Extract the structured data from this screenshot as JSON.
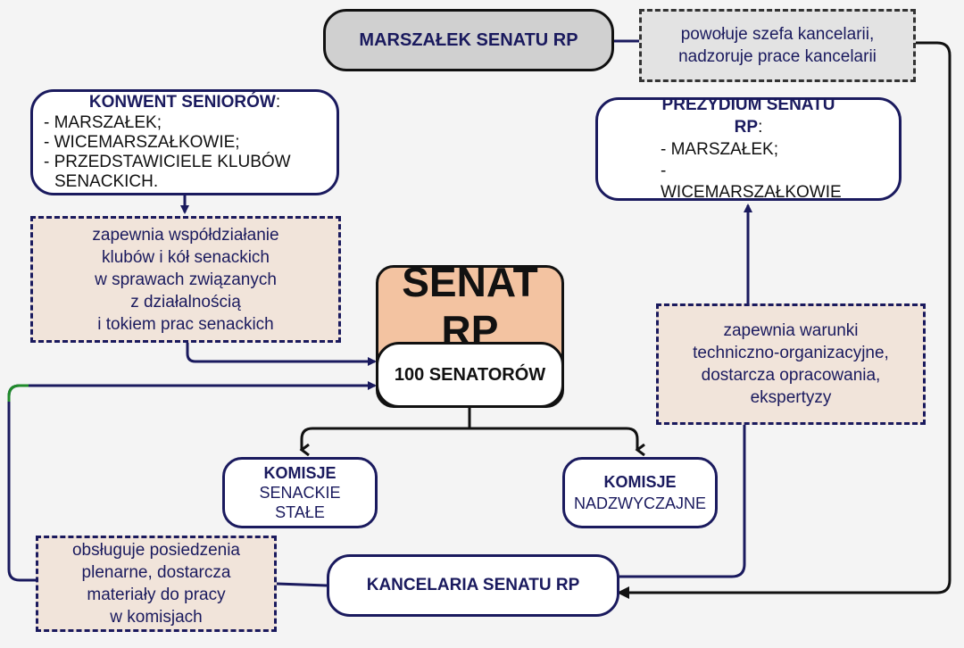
{
  "marszalek": {
    "title": "MARSZAŁEK SENATU RP"
  },
  "marszalek_note": {
    "lines": [
      "powołuje szefa kancelarii,",
      "nadzoruje prace kancelarii"
    ]
  },
  "konwent": {
    "title": "KONWENT SENIORÓW",
    "suffix": ":",
    "items": [
      "- MARSZAŁEK;",
      "- WICEMARSZAŁKOWIE;",
      "- PRZEDSTAWICIELE KLUBÓW",
      "  SENACKICH."
    ]
  },
  "konwent_note": {
    "lines": [
      "zapewnia współdziałanie",
      "klubów i kół senackich",
      "w sprawach związanych",
      "z działalnością",
      "i tokiem prac senackich"
    ]
  },
  "prezydium": {
    "title": "PREZYDIUM SENATU RP",
    "suffix": ":",
    "items": [
      "- MARSZAŁEK;",
      "- WICEMARSZAŁKOWIE"
    ]
  },
  "prezydium_note": {
    "lines": [
      "zapewnia warunki",
      "techniczno-organizacyjne,",
      "dostarcza opracowania,",
      "ekspertyzy"
    ]
  },
  "senat": {
    "title": "SENAT RP",
    "count": "100 SENATORÓW"
  },
  "komisje_stale": {
    "title": "KOMISJE",
    "lines": [
      "SENACKIE",
      "STAŁE"
    ]
  },
  "komisje_nadzw": {
    "title": "KOMISJE",
    "lines": [
      "NADZWYCZAJNE"
    ]
  },
  "kancelaria": {
    "title": "KANCELARIA SENATU RP"
  },
  "kancelaria_note": {
    "lines": [
      "obsługuje posiedzenia",
      "plenarne, dostarcza",
      "materiały do pracy",
      "w komisjach"
    ]
  },
  "colors": {
    "navy": "#1a1a5e",
    "note_fill": "#f1e4da",
    "senat_fill": "#f3c3a1",
    "grey_fill": "#d0d0d0",
    "background": "#f4f4f4",
    "accent_green": "#1f8a2a"
  }
}
